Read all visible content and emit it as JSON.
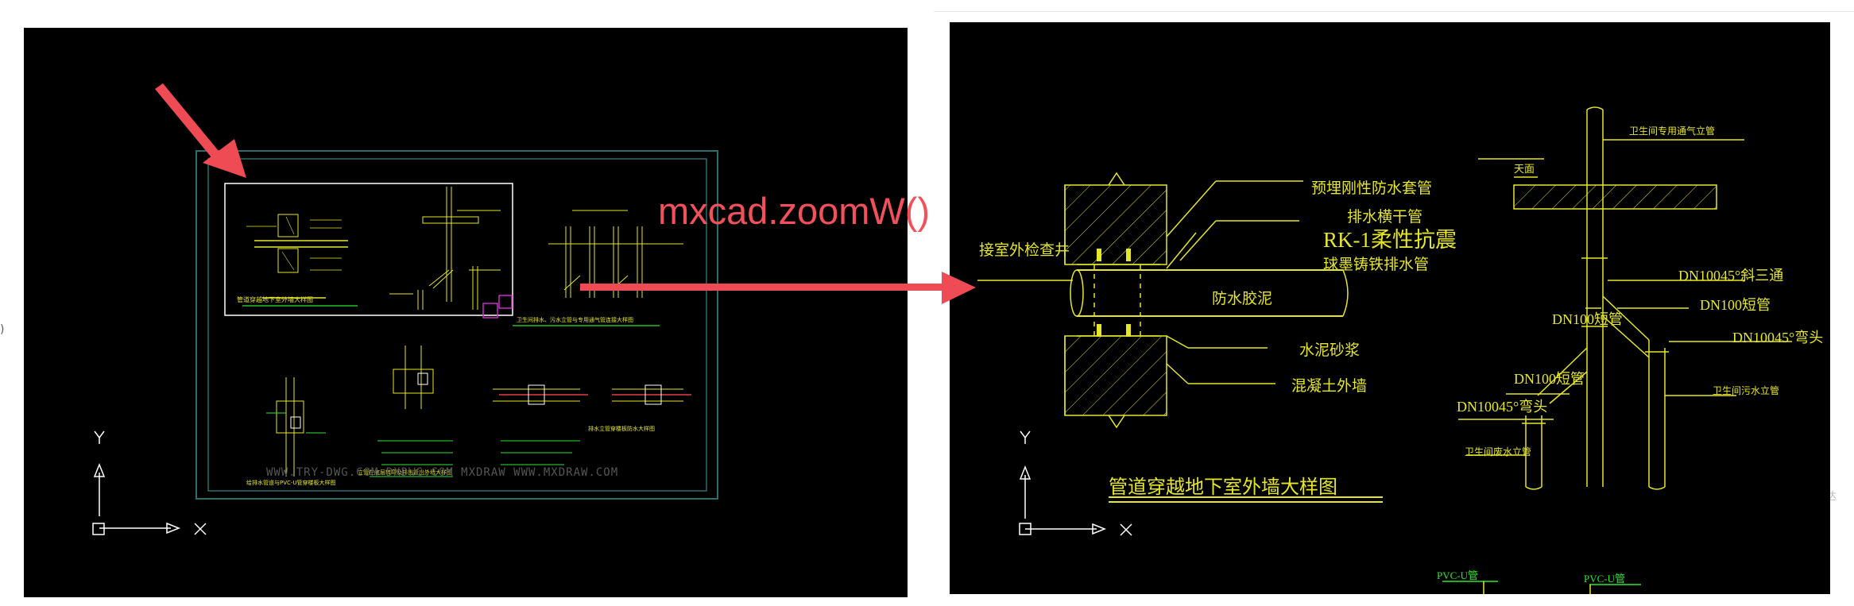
{
  "caption": "mxcad.zoomW()",
  "colors": {
    "canvas": "#000000",
    "cad_yellow": "#e6e629",
    "cad_green": "#2ee62e",
    "cad_teal": "#2a6e6e",
    "arrow_red": "#ef4b55",
    "selection_magenta": "#c72ec7"
  },
  "left_view": {
    "drawing_titles": [
      "管道穿越地下室外墙大样图",
      "卫生间排水、污水立管与专用通气管连接大样图",
      "立管在底层转弯及排出管出外墙大样图",
      "排水立管穿楼板防水大样图",
      "给排水管道与PVC-U管穿楼板大样图"
    ],
    "watermark": "WWW.TRY-DWG.COM DXDWG.COM MXDRAW WWW.MXDRAW.COM",
    "ucs": {
      "y_label": "Y",
      "x_label": "X"
    }
  },
  "right_view": {
    "labels": {
      "sleeve": "预埋刚性防水套管",
      "drain_main": "排水横干管",
      "rk1_line1": "RK-1柔性抗震",
      "rk1_line2": "球墨铸铁排水管",
      "to_manhole": "接室外检查井",
      "waterproof_glue": "防水胶泥",
      "cement_mortar": "水泥砂浆",
      "concrete_wall": "混凝土外墙",
      "detail_title": "管道穿越地下室外墙大样图",
      "vent_stack": "卫生间专用通气立管",
      "ceiling": "天面",
      "dn100_45_tee": "DN10045°斜三通",
      "dn100_a": "DN100短管",
      "dn100_b": "DN100短管",
      "dn100_45_elbow_r": "DN10045°弯头",
      "dn100_c": "DN100短管",
      "dn100_45_elbow_l": "DN10045°弯头",
      "waste_stack": "卫生间污水立管",
      "waste_water_stack": "卫生间废水立管",
      "pvc_a": "PVC-U管",
      "pvc_b": "PVC-U管"
    },
    "ucs": {
      "y_label": "Y",
      "x_label": "X"
    }
  }
}
